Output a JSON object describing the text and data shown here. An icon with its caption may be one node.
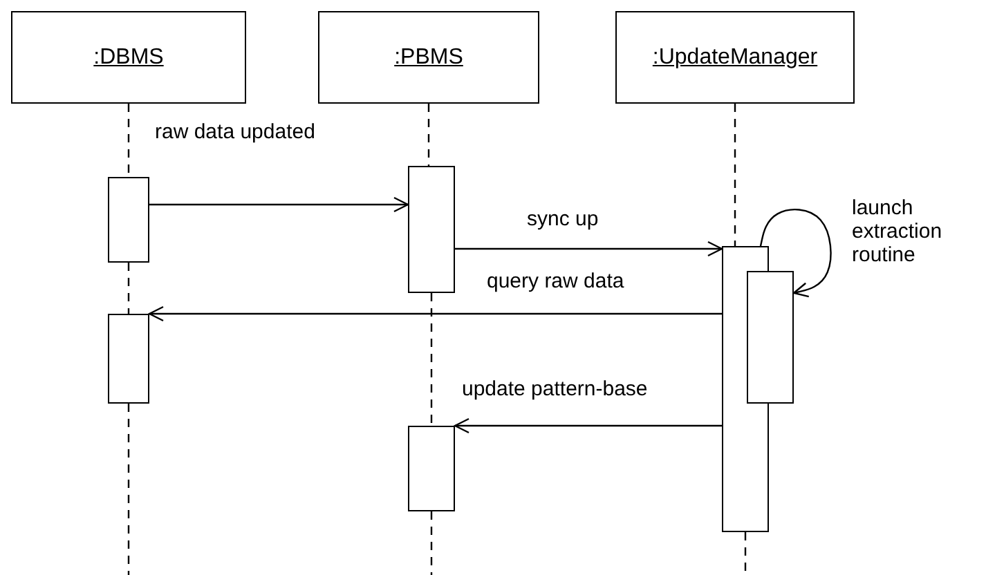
{
  "diagram": {
    "nodes": [
      {
        "text": [
          ":DBMS"
        ]
      },
      {
        "text": [
          ":PBMS"
        ]
      },
      {
        "text": [
          ":UpdateManager"
        ]
      },
      {
        "text": [],
        "shape": "box"
      },
      {
        "text": [],
        "shape": "box"
      },
      {
        "text": [],
        "shape": "box"
      },
      {
        "text": [],
        "shape": "box"
      },
      {
        "text": [],
        "shape": "box"
      },
      {
        "text": [],
        "shape": "box"
      }
    ],
    "edges": [
      {
        "from": 3,
        "to": 4,
        "arrow": "to",
        "label": "raw data updated"
      },
      {
        "from": 4,
        "to": 5,
        "arrow": "to",
        "label": "sync up"
      },
      {
        "from": 5,
        "to": 6,
        "arrow": "to",
        "label": "launch extraction routine"
      },
      {
        "from": 5,
        "to": 7,
        "arrow": "to",
        "label": "query raw data"
      },
      {
        "from": 5,
        "to": 8,
        "arrow": "to",
        "label": "update pattern-base"
      },
      {
        "from": 0,
        "to": 3,
        "arrow": "none",
        "style": "dashed"
      },
      {
        "from": 3,
        "to": 7,
        "arrow": "none",
        "style": "dashed"
      },
      {
        "from": 7,
        "to": null,
        "arrow": "none",
        "style": "dashed"
      },
      {
        "from": 1,
        "to": 4,
        "arrow": "none",
        "style": "dashed"
      },
      {
        "from": 4,
        "to": 8,
        "arrow": "none",
        "style": "dashed"
      },
      {
        "from": 8,
        "to": null,
        "arrow": "none",
        "style": "dashed"
      },
      {
        "from": 2,
        "to": 5,
        "arrow": "none",
        "style": "dashed"
      },
      {
        "from": 5,
        "to": null,
        "arrow": "none",
        "style": "dashed"
      }
    ]
  }
}
